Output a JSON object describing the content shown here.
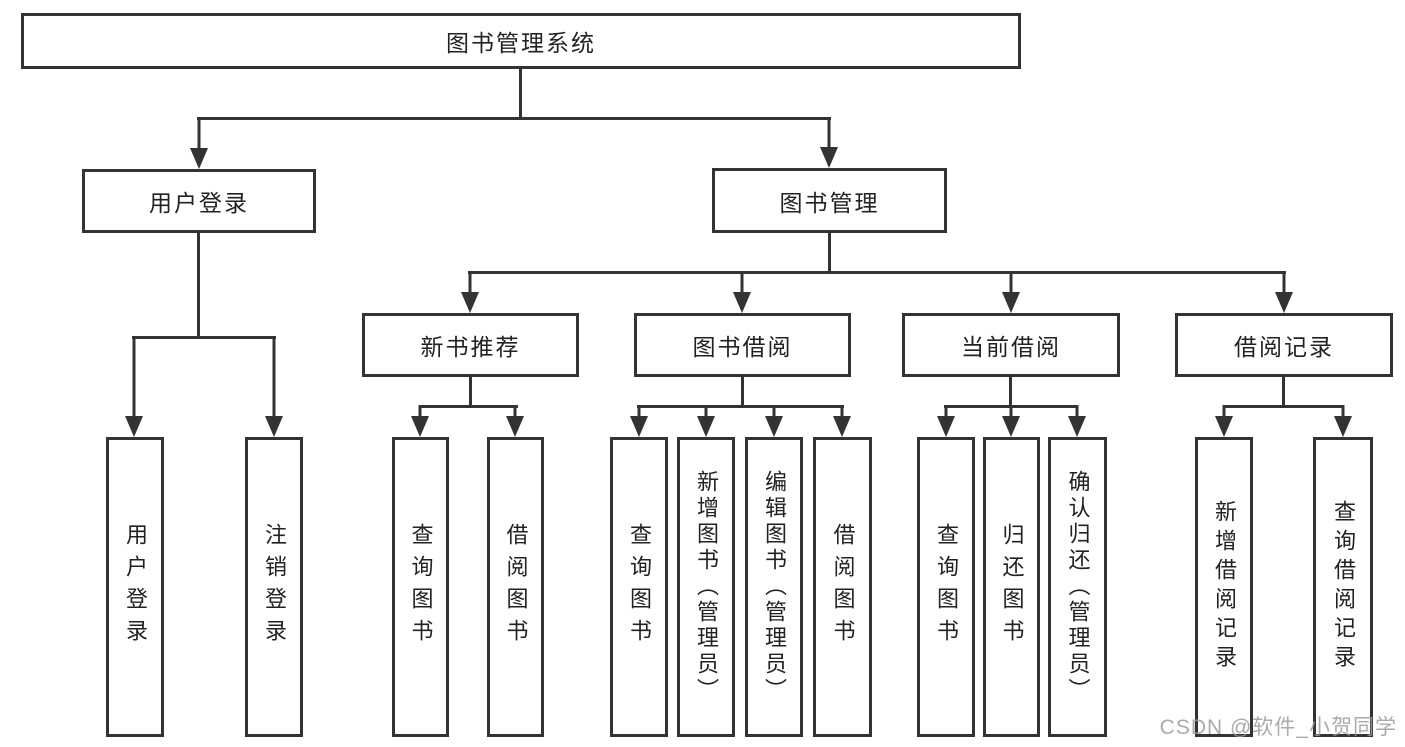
{
  "diagram": {
    "title": "图书管理系统",
    "root": {
      "label": "图书管理系统"
    },
    "level2": [
      {
        "label": "用户登录"
      },
      {
        "label": "图书管理"
      }
    ],
    "level3": [
      {
        "label": "新书推荐"
      },
      {
        "label": "图书借阅"
      },
      {
        "label": "当前借阅"
      },
      {
        "label": "借阅记录"
      }
    ],
    "leaves": {
      "user_login": [
        "用户登录",
        "注销登录"
      ],
      "new_book_recommend": [
        "查询图书",
        "借阅图书"
      ],
      "book_borrow": [
        "查询图书",
        "新增图书（管理员）",
        "编辑图书（管理员）",
        "借阅图书"
      ],
      "current_borrow": [
        "查询图书",
        "归还图书",
        "确认归还（管理员）"
      ],
      "borrow_record": [
        "新增借阅记录",
        "查询借阅记录"
      ]
    }
  },
  "watermark": "CSDN @软件_小贺同学",
  "colors": {
    "line": "#333333",
    "text": "#222222",
    "background": "#ffffff",
    "watermark": "#9b9b9b"
  }
}
